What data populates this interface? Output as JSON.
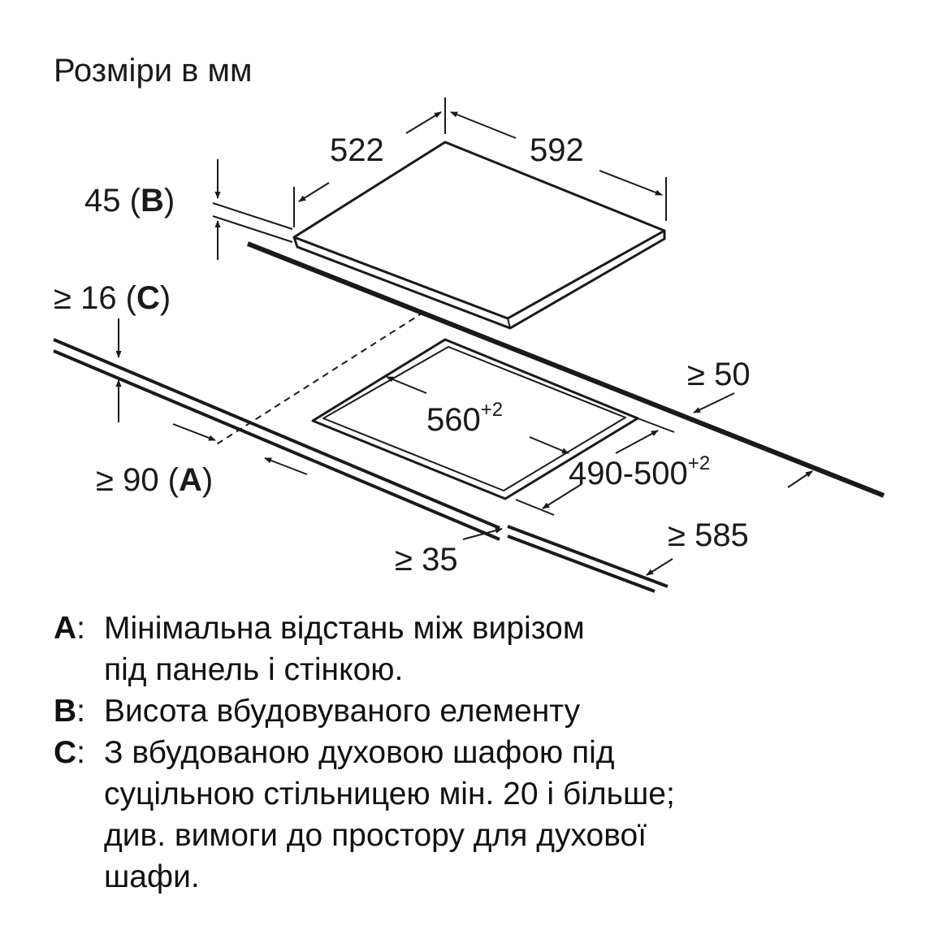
{
  "title": "Розміри в мм",
  "dimensions": {
    "depth": "522",
    "width": "592",
    "height_value": "45",
    "height_key": "B",
    "under_value": "≥ 16",
    "under_key": "C",
    "wall_value": "≥ 90",
    "wall_key": "A",
    "cutout_width": "560",
    "cutout_width_tol": "+2",
    "cutout_depth": "490-500",
    "cutout_depth_tol": "+2",
    "rear_gap": "≥ 50",
    "front_gap": "≥ 35",
    "worktop_depth": "≥ 585"
  },
  "legend": [
    {
      "key": "A",
      "lines": [
        "Мінімальна відстань між вирізом",
        "під панель і стінкою."
      ]
    },
    {
      "key": "B",
      "lines": [
        "Висота вбудовуваного елементу"
      ]
    },
    {
      "key": "C",
      "lines": [
        "З вбудованою духовою шафою під",
        "суцільною стільницею мін. 20 і більше;",
        "див. вимоги до простору для духової",
        "шафи."
      ]
    }
  ],
  "colors": {
    "line": "#1a1a1a",
    "background": "#ffffff"
  }
}
